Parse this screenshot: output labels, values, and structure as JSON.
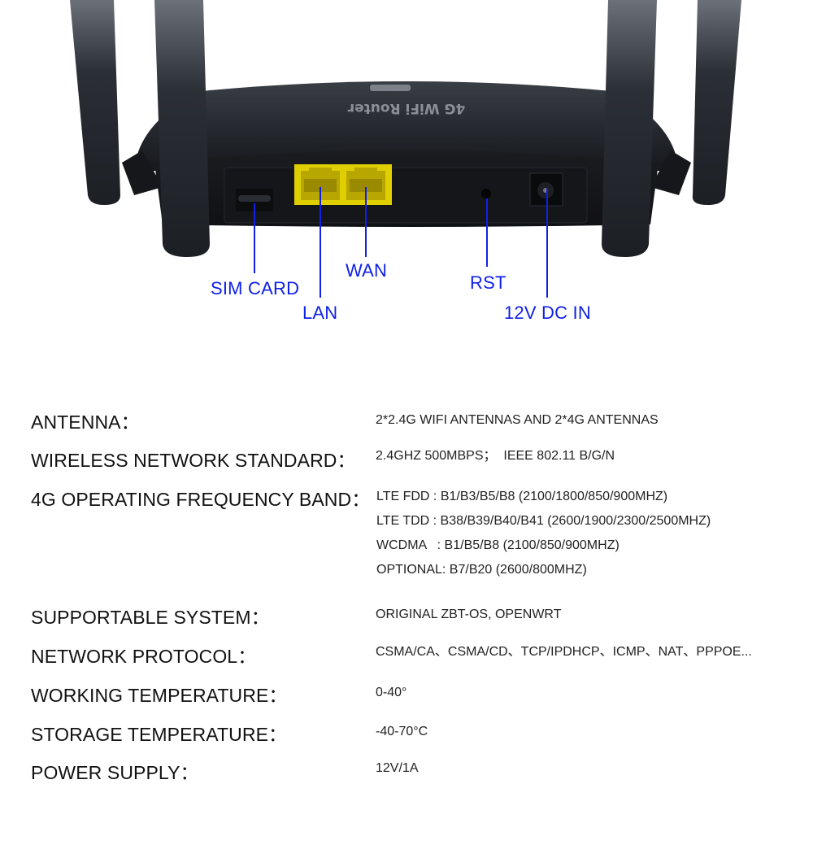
{
  "product": {
    "top_label": "4G WiFi Router",
    "colors": {
      "body": "#1c1f24",
      "antenna": "#20242a",
      "port_housing": "#e0cf00",
      "callout": "#1020e8",
      "spec_text": "#111111"
    }
  },
  "callouts": [
    {
      "id": "sim",
      "label": "SIM CARD"
    },
    {
      "id": "lan",
      "label": "LAN"
    },
    {
      "id": "wan",
      "label": "WAN"
    },
    {
      "id": "rst",
      "label": "RST"
    },
    {
      "id": "dc",
      "label": "12V DC IN"
    }
  ],
  "specs": [
    {
      "label": "ANTENNA：",
      "values": [
        "2*2.4G WIFI ANTENNAS AND 2*4G ANTENNAS"
      ]
    },
    {
      "label": "WIRELESS NETWORK STANDARD：",
      "values": [
        "2.4GHZ 500MBPS；  IEEE 802.11 B/G/N"
      ]
    },
    {
      "label": "4G OPERATING FREQUENCY BAND：",
      "values": [
        "LTE FDD : B1/B3/B5/B8 (2100/1800/850/900MHZ)",
        "LTE TDD : B38/B39/B40/B41 (2600/1900/2300/2500MHZ)",
        "WCDMA   : B1/B5/B8 (2100/850/900MHZ)",
        "OPTIONAL: B7/B20 (2600/800MHZ)"
      ]
    },
    {
      "label": "SUPPORTABLE SYSTEM：",
      "values": [
        "ORIGINAL ZBT-OS, OPENWRT"
      ]
    },
    {
      "label": "NETWORK PROTOCOL：",
      "values": [
        "CSMA/CA、CSMA/CD、TCP/IPDHCP、ICMP、NAT、PPPOE..."
      ]
    },
    {
      "label": "WORKING TEMPERATURE：",
      "values": [
        "0-40°"
      ]
    },
    {
      "label": "STORAGE TEMPERATURE：",
      "values": [
        "-40-70°C"
      ]
    },
    {
      "label": "POWER SUPPLY：",
      "values": [
        "12V/1A"
      ]
    }
  ]
}
